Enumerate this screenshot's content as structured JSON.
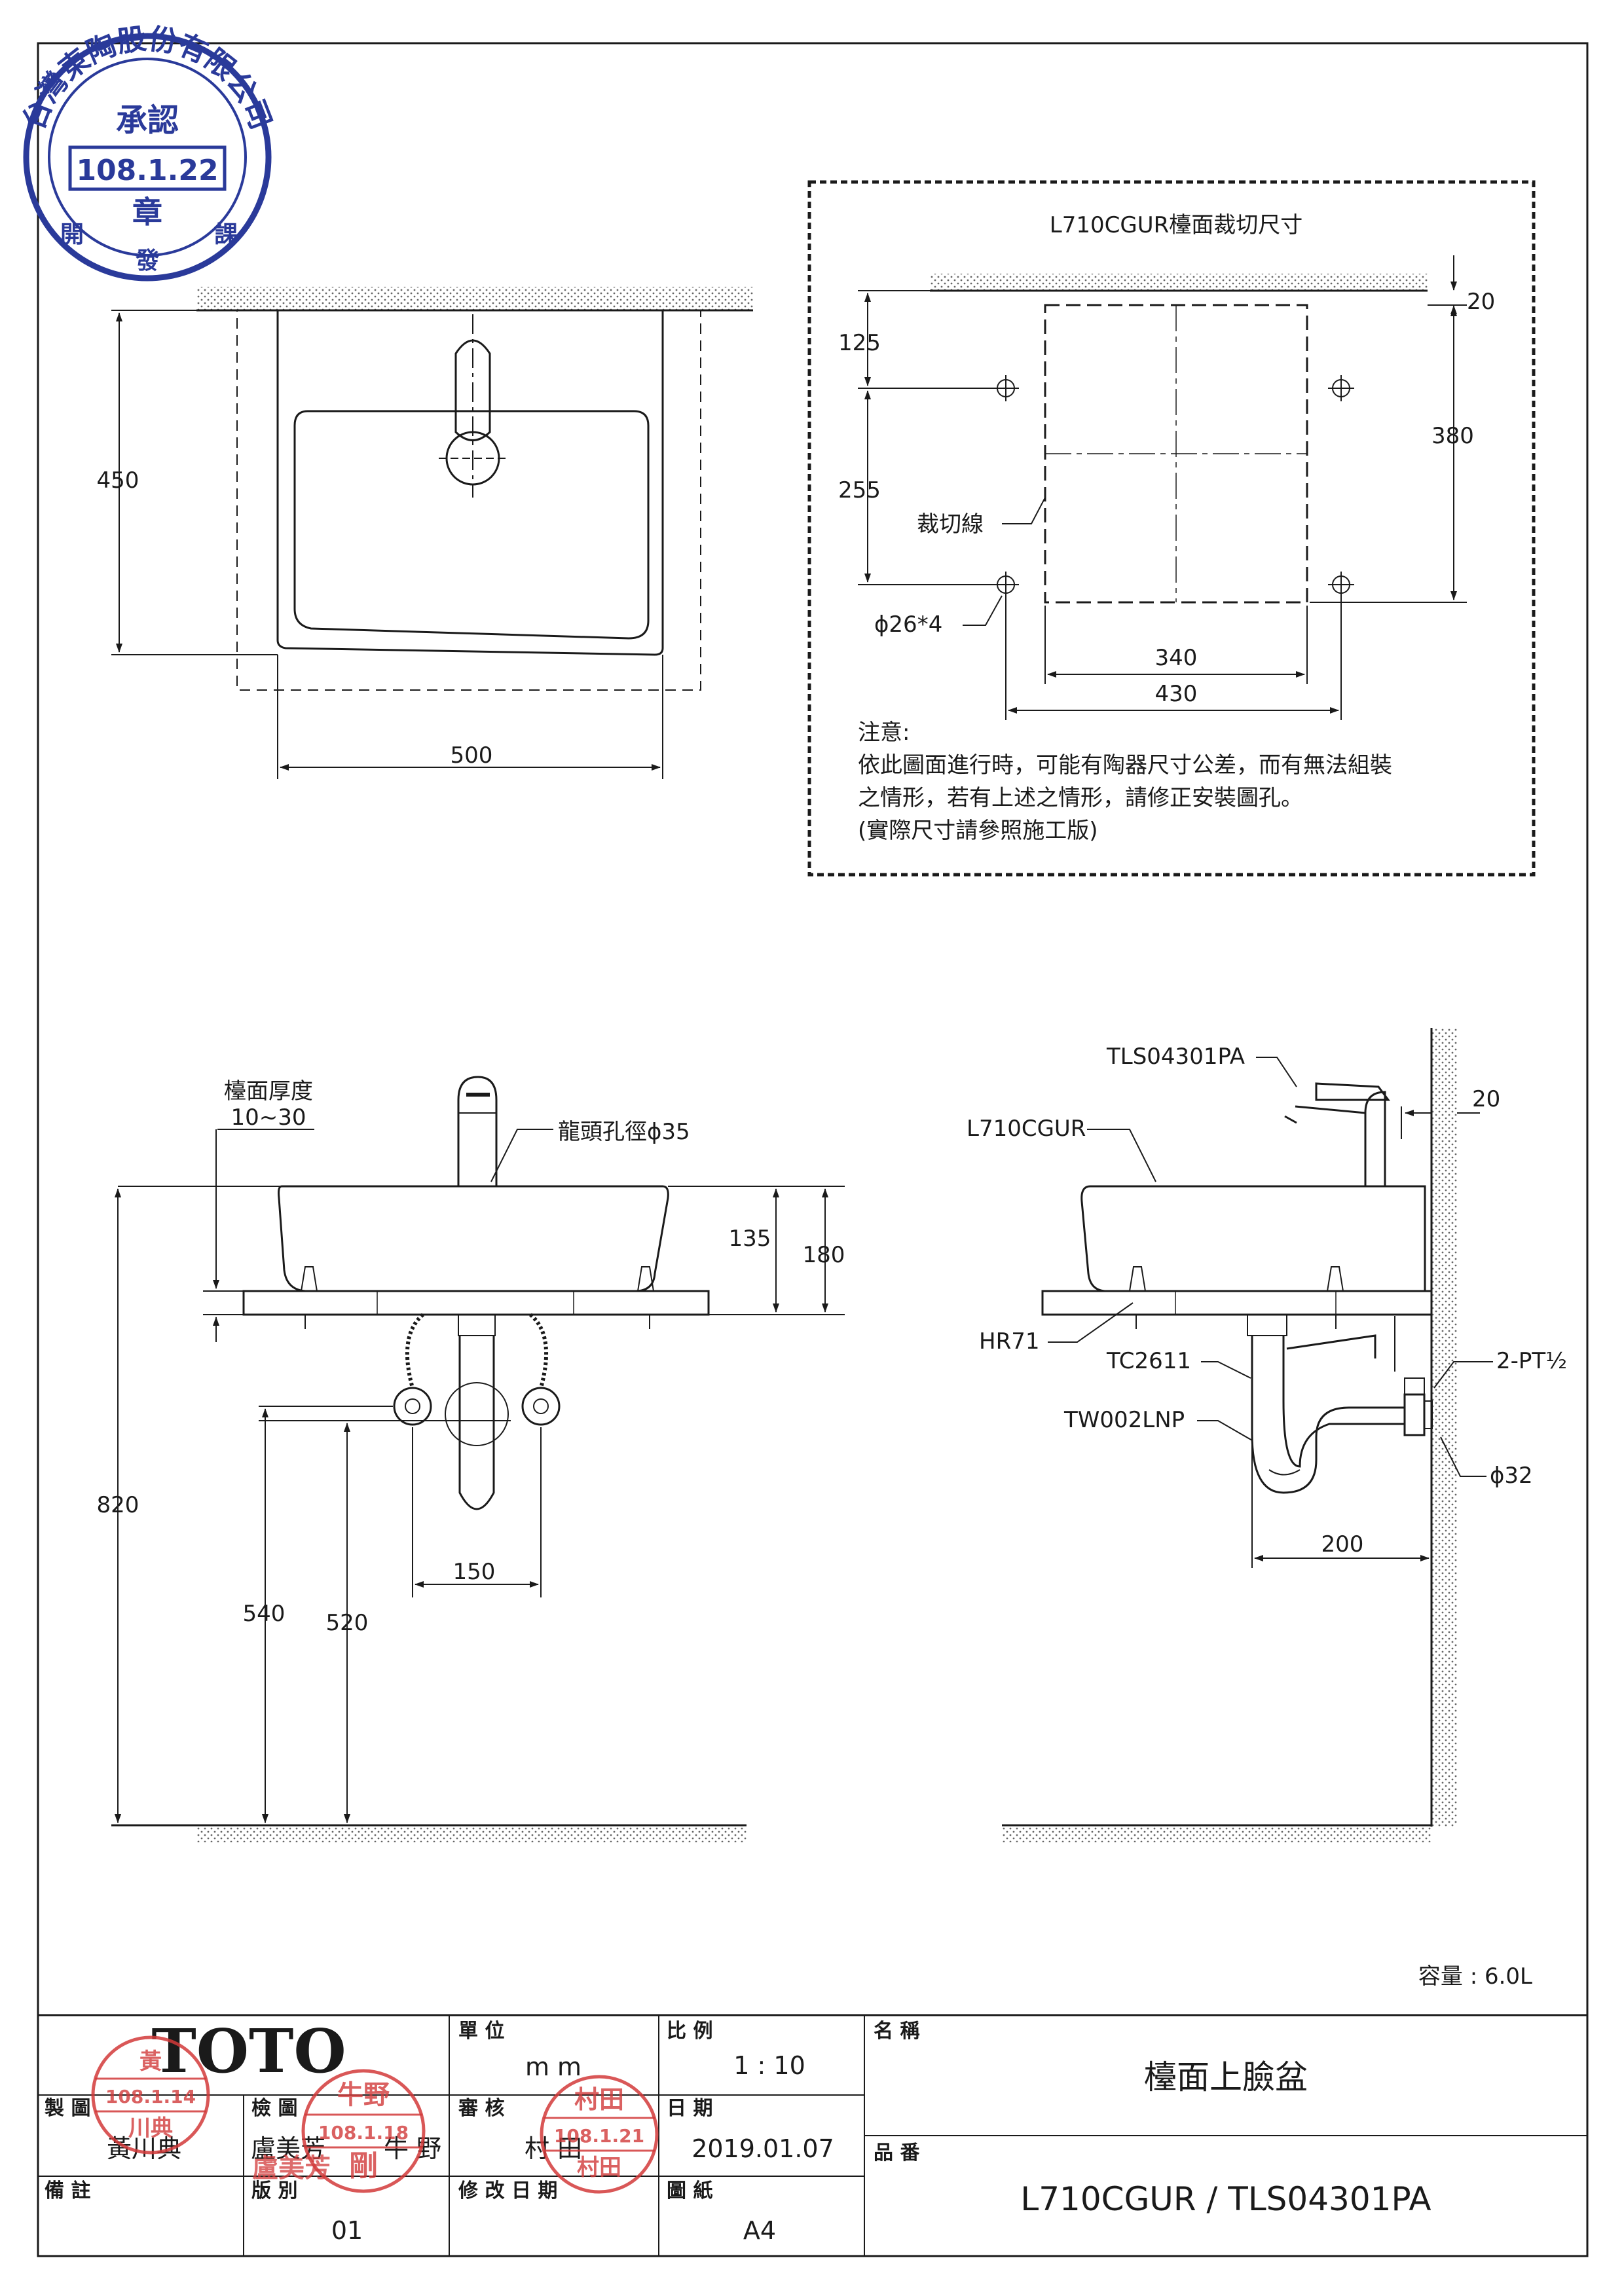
{
  "stamp_approval": {
    "ring_text": "台灣東陶股份有限公司",
    "title": "承認",
    "date": "108.1.22",
    "seal": "章",
    "bottom_left": "開",
    "bottom_mid": "發",
    "bottom_right": "課"
  },
  "top_view": {
    "depth": "450",
    "width": "500"
  },
  "cutout": {
    "title": "L710CGUR檯面裁切尺寸",
    "dim_20": "20",
    "dim_125": "125",
    "dim_380": "380",
    "dim_255": "255",
    "cut_line": "裁切線",
    "holes": "ϕ26*4",
    "dim_340": "340",
    "dim_430": "430",
    "note_title": "注意:",
    "note_1": "依此圖面進行時，可能有陶器尺寸公差，而有無法組裝",
    "note_2": "之情形，若有上述之情形，請修正安裝圖孔。",
    "note_3": "(實際尺寸請參照施工版)"
  },
  "front_view": {
    "counter_label": "檯面厚度",
    "counter_range": "10~30",
    "faucet_hole": "龍頭孔徑ϕ35",
    "dim_135": "135",
    "dim_180": "180",
    "dim_820": "820",
    "dim_540": "540",
    "dim_520": "520",
    "dim_150": "150"
  },
  "side_view": {
    "faucet_model": "TLS04301PA",
    "basin_model": "L710CGUR",
    "dim_20": "20",
    "part_hr": "HR71",
    "part_tc": "TC2611",
    "part_tw": "TW002LNP",
    "thread": "2-PT½",
    "pipe": "ϕ32",
    "dim_200": "200"
  },
  "capacity": "容量 : 6.0L",
  "title_block": {
    "brand": "TOTO",
    "unit_label": "單 位",
    "unit_value": "m m",
    "scale_label": "比 例",
    "scale_value": "1 : 10",
    "name_label": "名 稱",
    "name_value": "檯面上臉盆",
    "drawn_label": "製 圖",
    "drawn_value": "黃川典",
    "checked_label": "檢 圖",
    "checked_value": "盧美芳",
    "review_label": "審 核",
    "review_value": "村 田",
    "date_label": "日 期",
    "date_value": "2019.01.07",
    "partno_label": "品 番",
    "partno_value": "L710CGUR / TLS04301PA",
    "remark_label": "備 註",
    "version_label": "版 別",
    "version_value": "01",
    "revdate_label": "修 改 日 期",
    "paper_label": "圖 紙",
    "paper_value": "A4",
    "partial_name": "牛 野"
  },
  "stamps_red": {
    "s1_top": "黃",
    "s1_date": "108.1.14",
    "s1_name": "川典",
    "s2_top": "牛野",
    "s2_date": "108.1.18",
    "s2_name": "剛",
    "s2_left": "盧美芳",
    "s3_top": "村田",
    "s3_date": "108.1.21",
    "s3_name": "村田"
  }
}
